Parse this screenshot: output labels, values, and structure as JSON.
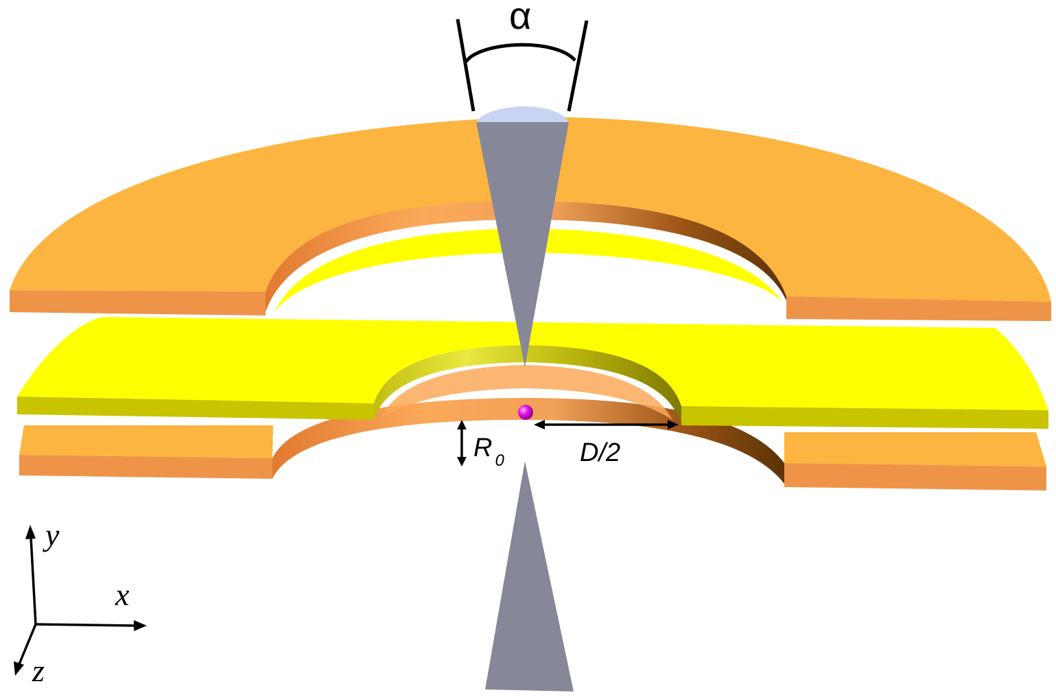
{
  "labels": {
    "alpha": "α",
    "r0_main": "R",
    "r0_sub": "0",
    "d_half": "D/2",
    "axis_x": "x",
    "axis_y": "y",
    "axis_z": "z"
  },
  "colors": {
    "orange_top": "#FCB540",
    "orange_side": "#EE9448",
    "yellow_top": "#FFFF00",
    "yellow_side": "#C8C400",
    "cone": "#868799",
    "cone_cap": "#C9D4F2",
    "particle": "#E010E0"
  }
}
